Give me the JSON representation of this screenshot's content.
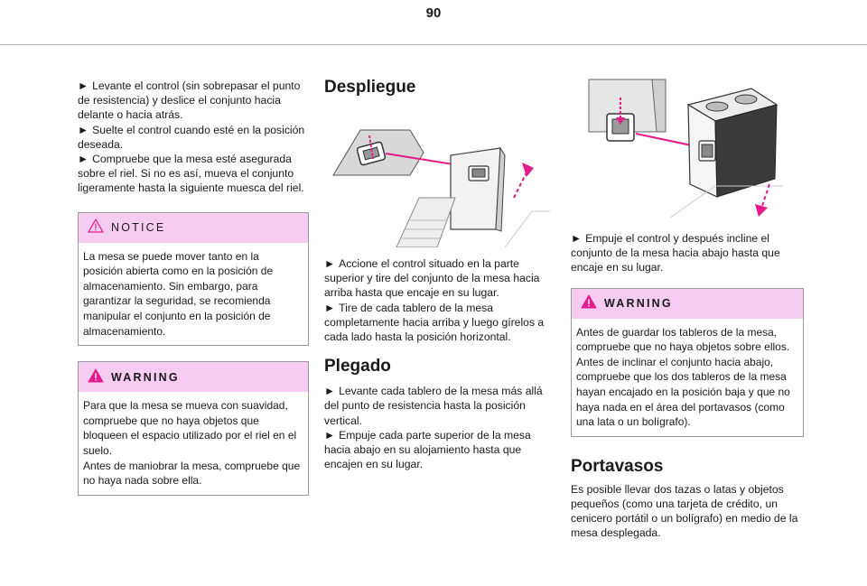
{
  "page": {
    "number": "90"
  },
  "col1": {
    "paragraphs": [
      {
        "arrow": "►",
        "text": "Levante el control (sin sobrepasar el punto de resistencia) y deslice el conjunto hacia delante o hacia atrás."
      },
      {
        "arrow": "►",
        "text": "Suelte el control cuando esté en la posición deseada."
      },
      {
        "arrow": "►",
        "text": "Compruebe que la mesa esté asegurada sobre el riel. Si no es así, mueva el conjunto ligeramente hasta la siguiente muesca del riel."
      }
    ],
    "notice": {
      "title": "NOTICE",
      "body": "La mesa se puede mover tanto en la posición abierta como en la posición de almacenamiento. Sin embargo, para garantizar la seguridad, se recomienda manipular el conjunto en la posición de almacenamiento."
    },
    "warning": {
      "title": "WARNING",
      "body": "Para que la mesa se mueva con suavidad, compruebe que no haya objetos que bloqueen el espacio utilizado por el riel en el suelo.\nAntes de maniobrar la mesa, compruebe que no haya nada sobre ella."
    }
  },
  "col2": {
    "heading": "Despliegue",
    "paragraphs": [
      {
        "arrow": "►",
        "text": "Accione el control situado en la parte superior y tire del conjunto de la mesa hacia arriba hasta que encaje en su lugar."
      },
      {
        "arrow": "►",
        "text": "Tire de cada tablero de la mesa completamente hacia arriba y luego gírelos a cada lado hasta la posición horizontal."
      }
    ],
    "heading2": "Plegado",
    "paragraphs2": [
      {
        "arrow": "►",
        "text": "Levante cada tablero de la mesa más allá del punto de resistencia hasta la posición vertical."
      },
      {
        "arrow": "►",
        "text": "Empuje cada parte superior de la mesa hacia abajo en su alojamiento hasta que encajen en su lugar."
      }
    ]
  },
  "col3": {
    "paragraphs": [
      {
        "arrow": "►",
        "text": "Empuje el control y después incline el conjunto de la mesa hacia abajo hasta que encaje en su lugar."
      }
    ],
    "warning": {
      "title": "WARNING",
      "body": "Antes de guardar los tableros de la mesa, compruebe que no haya objetos sobre ellos.\nAntes de inclinar el conjunto hacia abajo, compruebe que los dos tableros de la mesa hayan encajado en la posición baja y que no haya nada en el área del portavasos (como una lata o un bolígrafo)."
    },
    "heading": "Portavasos",
    "body": "Es posible llevar dos tazas o latas y objetos pequeños (como una tarjeta de crédito, un cenicero portátil o un bolígrafo) en medio de la mesa desplegada."
  },
  "colors": {
    "box_header": "#f6ccf0",
    "arrow_accent": "#e8198b",
    "notice_icon": "#e8198b",
    "box_border": "#9a9a9a"
  },
  "icons": {
    "notice": "notice-triangle-icon",
    "warning": "warning-triangle-icon"
  }
}
